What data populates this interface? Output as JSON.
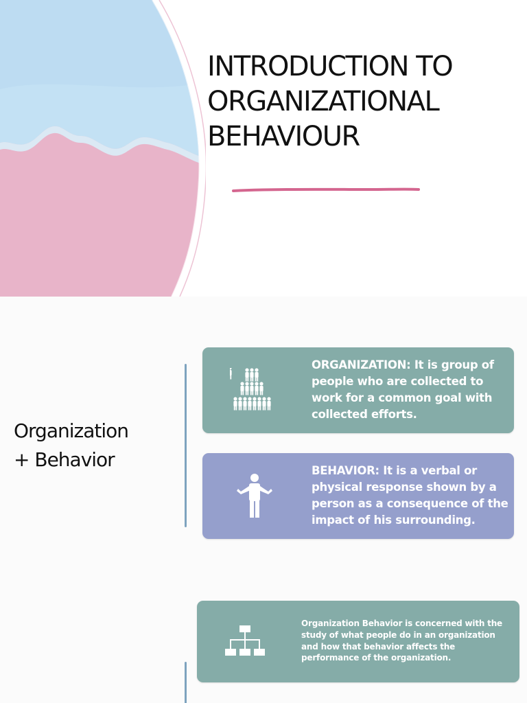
{
  "slide1": {
    "title": "INTRODUCTION TO\nORGANIZATIONAL\n BEHAVIOUR",
    "colors": {
      "sky": "#c3e1f4",
      "pink": "#e8b4c9",
      "underline": "#d4668f"
    }
  },
  "slide2": {
    "heading": "Organization\n+ Behavior",
    "cards": [
      {
        "icon": "people-group-icon",
        "text": "ORGANIZATION: It is group of people who are collected to work for a common goal with collected efforts.",
        "color": "#85aca8"
      },
      {
        "icon": "person-shrug-icon",
        "text": "BEHAVIOR: It is a verbal or physical response shown by a person as a consequence of the impact of his surrounding.",
        "color": "#959fcc"
      }
    ]
  },
  "slide3": {
    "card": {
      "icon": "org-chart-icon",
      "text": "Organization Behavior is concerned with the study of what people do in an organization and how that behavior affects the performance of the organization.",
      "color": "#85aca8"
    }
  }
}
